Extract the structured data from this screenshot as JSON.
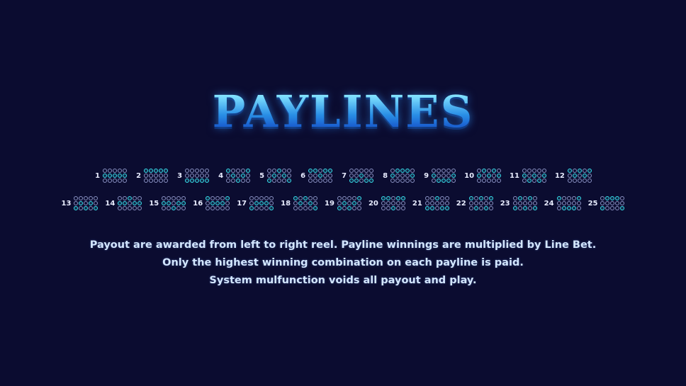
{
  "title": "PAYLINES",
  "colors": {
    "background": "#0b0c30",
    "active_cell": "#38e0ec",
    "inactive_cell": "#8b93c4",
    "title_blue": "#2a8fe6",
    "text": "#d3e6ff"
  },
  "paylines_row_1": [
    {
      "number": "1",
      "pattern": [
        1,
        1,
        1,
        1,
        1
      ]
    },
    {
      "number": "2",
      "pattern": [
        0,
        0,
        0,
        0,
        0
      ]
    },
    {
      "number": "3",
      "pattern": [
        2,
        2,
        2,
        2,
        2
      ]
    },
    {
      "number": "4",
      "pattern": [
        0,
        1,
        2,
        1,
        0
      ]
    },
    {
      "number": "5",
      "pattern": [
        2,
        1,
        0,
        1,
        2
      ]
    },
    {
      "number": "6",
      "pattern": [
        0,
        0,
        1,
        0,
        0
      ]
    },
    {
      "number": "7",
      "pattern": [
        2,
        2,
        1,
        2,
        2
      ]
    },
    {
      "number": "8",
      "pattern": [
        1,
        0,
        0,
        0,
        1
      ]
    },
    {
      "number": "9",
      "pattern": [
        1,
        2,
        2,
        2,
        1
      ]
    },
    {
      "number": "10",
      "pattern": [
        1,
        0,
        1,
        0,
        1
      ]
    },
    {
      "number": "11",
      "pattern": [
        1,
        2,
        1,
        2,
        1
      ]
    },
    {
      "number": "12",
      "pattern": [
        0,
        1,
        0,
        1,
        0
      ]
    }
  ],
  "paylines_row_2": [
    {
      "number": "13",
      "pattern": [
        2,
        1,
        2,
        1,
        2
      ]
    },
    {
      "number": "14",
      "pattern": [
        1,
        1,
        0,
        1,
        1
      ]
    },
    {
      "number": "15",
      "pattern": [
        1,
        1,
        2,
        1,
        1
      ]
    },
    {
      "number": "16",
      "pattern": [
        0,
        1,
        1,
        1,
        0
      ]
    },
    {
      "number": "17",
      "pattern": [
        2,
        1,
        1,
        1,
        2
      ]
    },
    {
      "number": "18",
      "pattern": [
        0,
        1,
        0,
        1,
        2
      ]
    },
    {
      "number": "19",
      "pattern": [
        2,
        1,
        2,
        1,
        0
      ]
    },
    {
      "number": "20",
      "pattern": [
        0,
        0,
        2,
        0,
        0
      ]
    },
    {
      "number": "21",
      "pattern": [
        2,
        2,
        0,
        2,
        2
      ]
    },
    {
      "number": "22",
      "pattern": [
        0,
        2,
        0,
        2,
        0
      ]
    },
    {
      "number": "23",
      "pattern": [
        2,
        0,
        2,
        0,
        2
      ]
    },
    {
      "number": "24",
      "pattern": [
        0,
        2,
        2,
        2,
        0
      ]
    },
    {
      "number": "25",
      "pattern": [
        2,
        0,
        0,
        0,
        2
      ]
    }
  ],
  "description": {
    "line1": "Payout are awarded from left to right reel. Payline winnings are multiplied by Line Bet.",
    "line2": "Only the highest winning combination on each payline is paid.",
    "line3": "System mulfunction voids all payout and play."
  }
}
